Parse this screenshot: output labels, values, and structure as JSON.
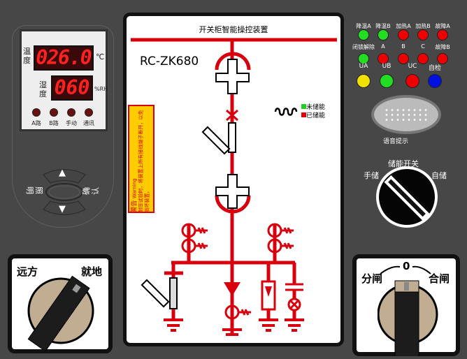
{
  "display": {
    "temp_label": "温度",
    "temp_value": "026.0",
    "temp_unit": "℃",
    "hum_label": "湿度",
    "hum_value": "060",
    "hum_unit": "%RH",
    "indicators": [
      {
        "label": "A路"
      },
      {
        "label": "B路"
      },
      {
        "label": "手动"
      },
      {
        "label": "通讯"
      }
    ]
  },
  "keypad": {
    "left_label": "照明",
    "right_label": "确认",
    "up_icon": "triangle-up",
    "down_icon": "triangle-down"
  },
  "diagram": {
    "title": "开关柜智能操控装置",
    "model": "RC-ZK680",
    "legend": [
      {
        "label": "未储能",
        "color": "#22cc22"
      },
      {
        "label": "已储能",
        "color": "#e00000"
      }
    ],
    "warning_title": "警告",
    "warning_title_en": "Warning",
    "warning_text": "耐压试验时，将装置上所有接线端子断开，以免损坏装置。",
    "line_color": "#d8000c"
  },
  "leds": {
    "row1": [
      {
        "label": "降温A",
        "color": "#22dd22"
      },
      {
        "label": "降温B",
        "color": "#22dd22"
      },
      {
        "label": "加热A",
        "color": "#ee0000"
      },
      {
        "label": "加热B",
        "color": "#ee0000"
      },
      {
        "label": "故障A",
        "color": "#ee0000"
      }
    ],
    "row2": [
      {
        "label": "闭锁解除",
        "color": "#22dd22"
      },
      {
        "label": "A",
        "color": "#ee0000"
      },
      {
        "label": "B",
        "color": "#ee0000"
      },
      {
        "label": "C",
        "color": "#ee0000"
      },
      {
        "label": "故障B",
        "color": "#ee0000"
      }
    ],
    "row3": [
      {
        "label": "UA",
        "color": "#f0e000"
      },
      {
        "label": "UB",
        "color": "#22dd22"
      },
      {
        "label": "UC",
        "color": "#ee0000"
      },
      {
        "label": "自检",
        "color": "#0010e0"
      }
    ]
  },
  "voice": {
    "label": "语音提示"
  },
  "storage_switch": {
    "title": "储能开关",
    "left": "手储",
    "right": "自储"
  },
  "mode_switch": {
    "left": "远方",
    "right": "就地"
  },
  "breaker_switch": {
    "left": "分闸",
    "center": "0",
    "right": "合闸"
  }
}
